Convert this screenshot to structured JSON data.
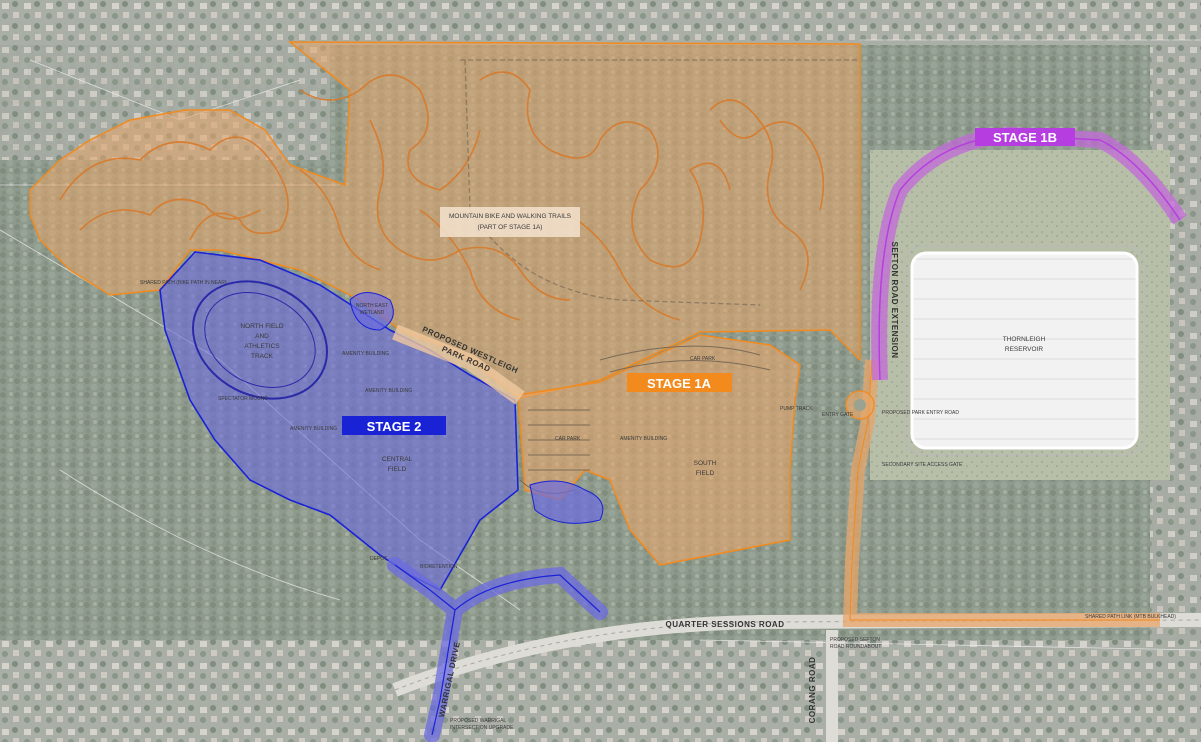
{
  "stages": {
    "stage_1a": {
      "label": "STAGE 1A",
      "color": "#f28a1e"
    },
    "stage_1b": {
      "label": "STAGE 1B",
      "color": "#b63ee0"
    },
    "stage_2": {
      "label": "STAGE 2",
      "color": "#1a22d6"
    }
  },
  "areas": {
    "trails_line1": "MOUNTAIN BIKE AND WALKING TRAILS",
    "trails_line2": "(PART OF STAGE 1A)",
    "north_field_line1": "NORTH FIELD",
    "north_field_line2": "AND",
    "north_field_line3": "ATHLETICS",
    "north_field_line4": "TRACK",
    "central_field_line1": "CENTRAL",
    "central_field_line2": "FIELD",
    "south_field_line1": "SOUTH",
    "south_field_line2": "FIELD",
    "reservoir_line1": "THORNLEIGH",
    "reservoir_line2": "RESERVOIR",
    "wetland_line1": "NORTH EAST",
    "wetland_line2": "WETLAND"
  },
  "roads": {
    "westleigh_line1": "PROPOSED WESTLEIGH",
    "westleigh_line2": "PARK ROAD",
    "sefton_ext": "SEFTON ROAD EXTENSION",
    "quarter_sessions": "QUARTER SESSIONS ROAD",
    "warrigal": "WARRIGAL DRIVE",
    "corang": "CORANG ROAD"
  },
  "small_labels": {
    "shared_path": "SHARED PATH (BIKE PATH IN NEAR)",
    "shared_path_2": "SHARED PATH LINK (MTB BULKHEAD)",
    "sefton_roundabout_line1": "PROPOSED SEFTON",
    "sefton_roundabout_line2": "ROAD ROUNDABOUT",
    "warrigal_int_line1": "PROPOSED WARRIGAL",
    "warrigal_int_line2": "INTERSECTION UPGRADE",
    "amenity_1": "AMENITY BUILDING",
    "amenity_2": "AMENITY BUILDING",
    "amenity_3": "AMENITY BUILDING",
    "amenity_4": "AMENITY BUILDING",
    "carpark_1": "CAR PARK",
    "carpark_2": "CAR PARK",
    "pump_track": "PUMP TRACK",
    "spectator": "SPECTATOR MOUND",
    "bioretention": "BIORETENTION",
    "depot": "DEPOT",
    "entry_gate": "ENTRY GATE",
    "proposed_park_entry": "PROPOSED PARK ENTRY ROAD",
    "secondary_access": "SECONDARY SITE ACCESS GATE"
  }
}
